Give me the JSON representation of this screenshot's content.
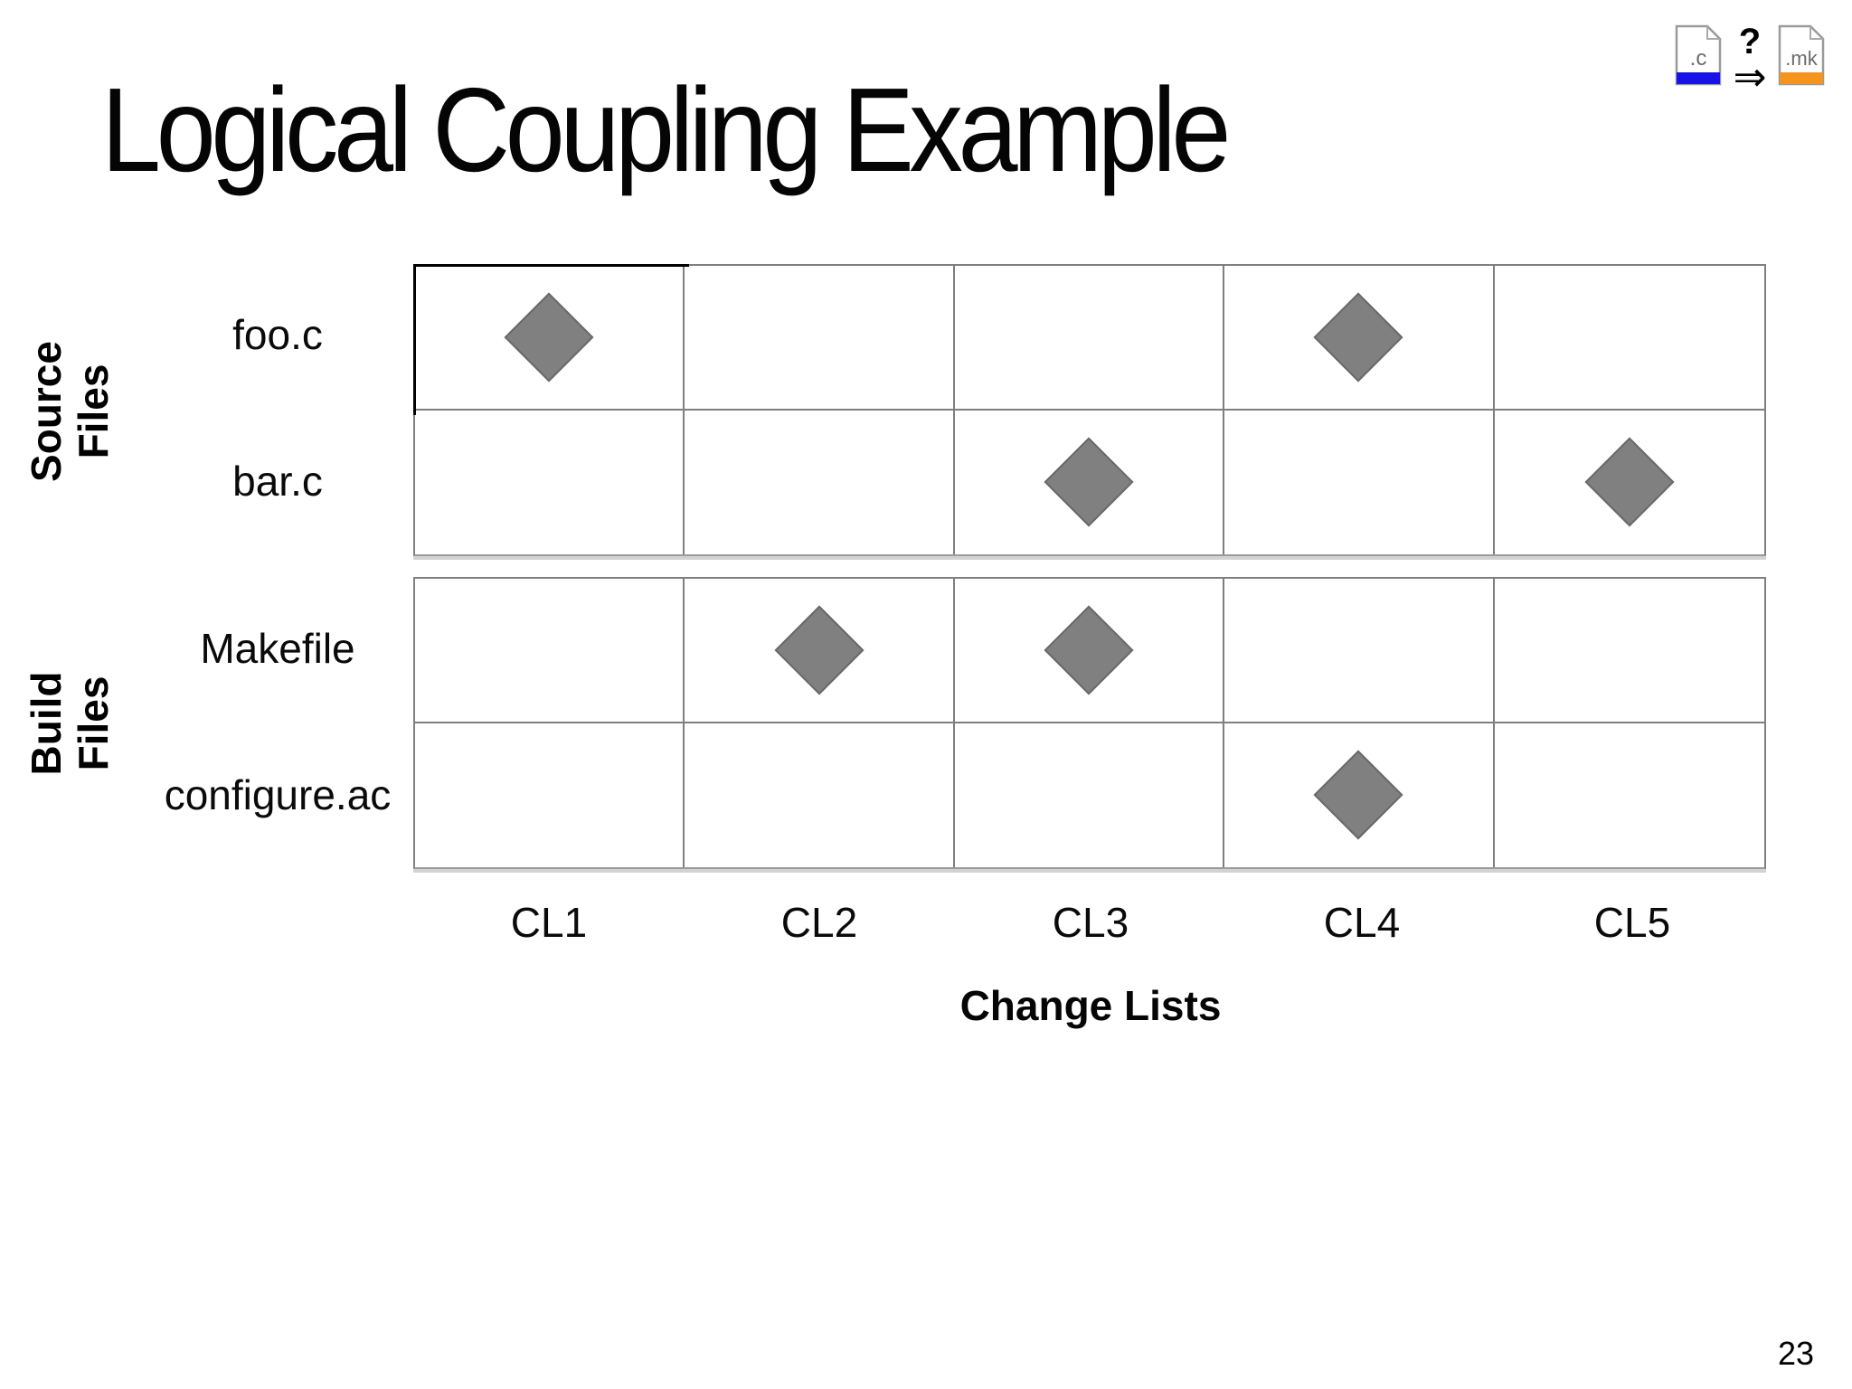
{
  "slide": {
    "title": "Logical Coupling Example",
    "page_number": "23",
    "corner_icon": {
      "left_file_label": ".c",
      "right_file_label": ".mk",
      "question_mark": "?",
      "arrow": "⇒",
      "left_file_color": "#1813ea",
      "right_file_color": "#f7941e"
    },
    "colors": {
      "diamond": "#808080",
      "grid_line": "#7f7f7f",
      "highlight_border": "#000000"
    }
  },
  "chart_data": {
    "type": "scatter",
    "title": "Logical Coupling Example",
    "xlabel": "Change Lists",
    "x_categories": [
      "CL1",
      "CL2",
      "CL3",
      "CL4",
      "CL5"
    ],
    "y_groups": [
      {
        "label": "Source Files",
        "rows": [
          {
            "name": "foo.c",
            "marks": [
              1,
              0,
              0,
              1,
              0
            ]
          },
          {
            "name": "bar.c",
            "marks": [
              0,
              0,
              1,
              0,
              1
            ]
          }
        ]
      },
      {
        "label": "Build Files",
        "rows": [
          {
            "name": "Makefile",
            "marks": [
              0,
              1,
              1,
              0,
              0
            ]
          },
          {
            "name": "configure.ac",
            "marks": [
              0,
              0,
              0,
              1,
              0
            ]
          }
        ]
      }
    ],
    "points": [
      [
        "foo.c",
        "CL1"
      ],
      [
        "foo.c",
        "CL4"
      ],
      [
        "bar.c",
        "CL3"
      ],
      [
        "bar.c",
        "CL5"
      ],
      [
        "Makefile",
        "CL2"
      ],
      [
        "Makefile",
        "CL3"
      ],
      [
        "configure.ac",
        "CL4"
      ]
    ],
    "marker": "diamond",
    "highlighted_cell": [
      "foo.c",
      "CL1"
    ],
    "legend": "none",
    "grid": true
  }
}
